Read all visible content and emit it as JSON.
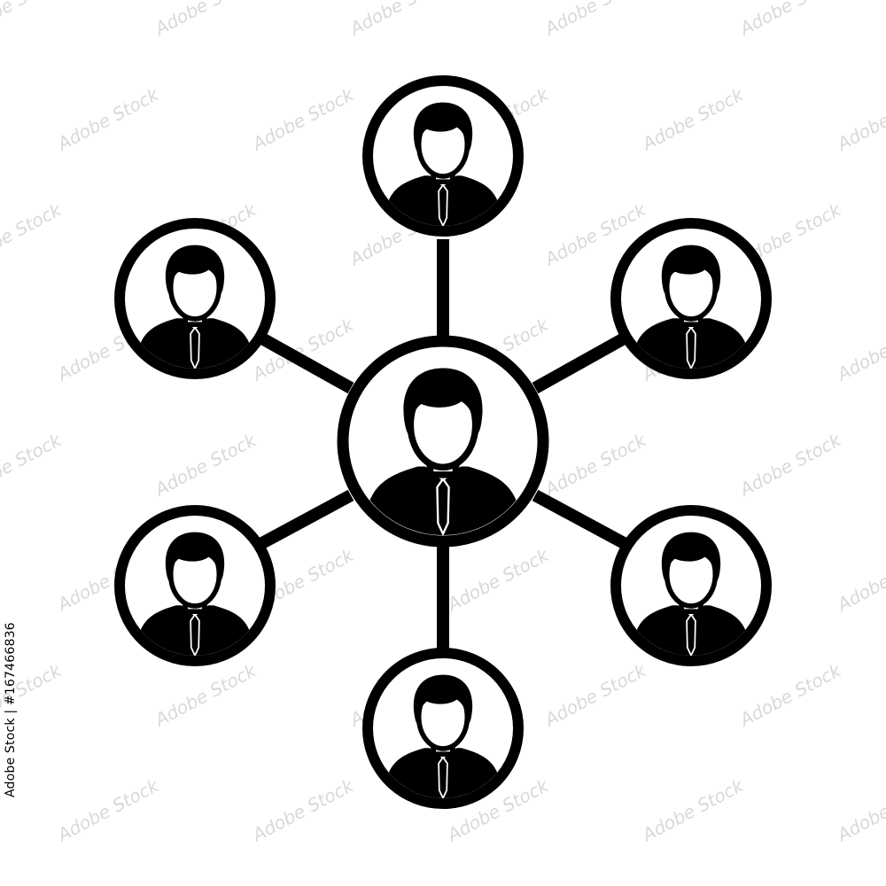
{
  "stock_id": {
    "text": "Adobe Stock | #167466836"
  },
  "watermark": {
    "text": "Adobe Stock",
    "color": "#d9d9d9"
  },
  "colors": {
    "ink": "#000000",
    "paper": "#ffffff"
  },
  "network": {
    "icon": "person-network-icon",
    "center": {
      "icon": "businessman-avatar-icon"
    },
    "nodes": [
      {
        "position": "top",
        "icon": "businessman-avatar-icon"
      },
      {
        "position": "upper-right",
        "icon": "businessman-avatar-icon"
      },
      {
        "position": "lower-right",
        "icon": "businessman-avatar-icon"
      },
      {
        "position": "bottom",
        "icon": "businessman-avatar-icon"
      },
      {
        "position": "lower-left",
        "icon": "businessman-avatar-icon"
      },
      {
        "position": "upper-left",
        "icon": "businessman-avatar-icon"
      }
    ]
  }
}
